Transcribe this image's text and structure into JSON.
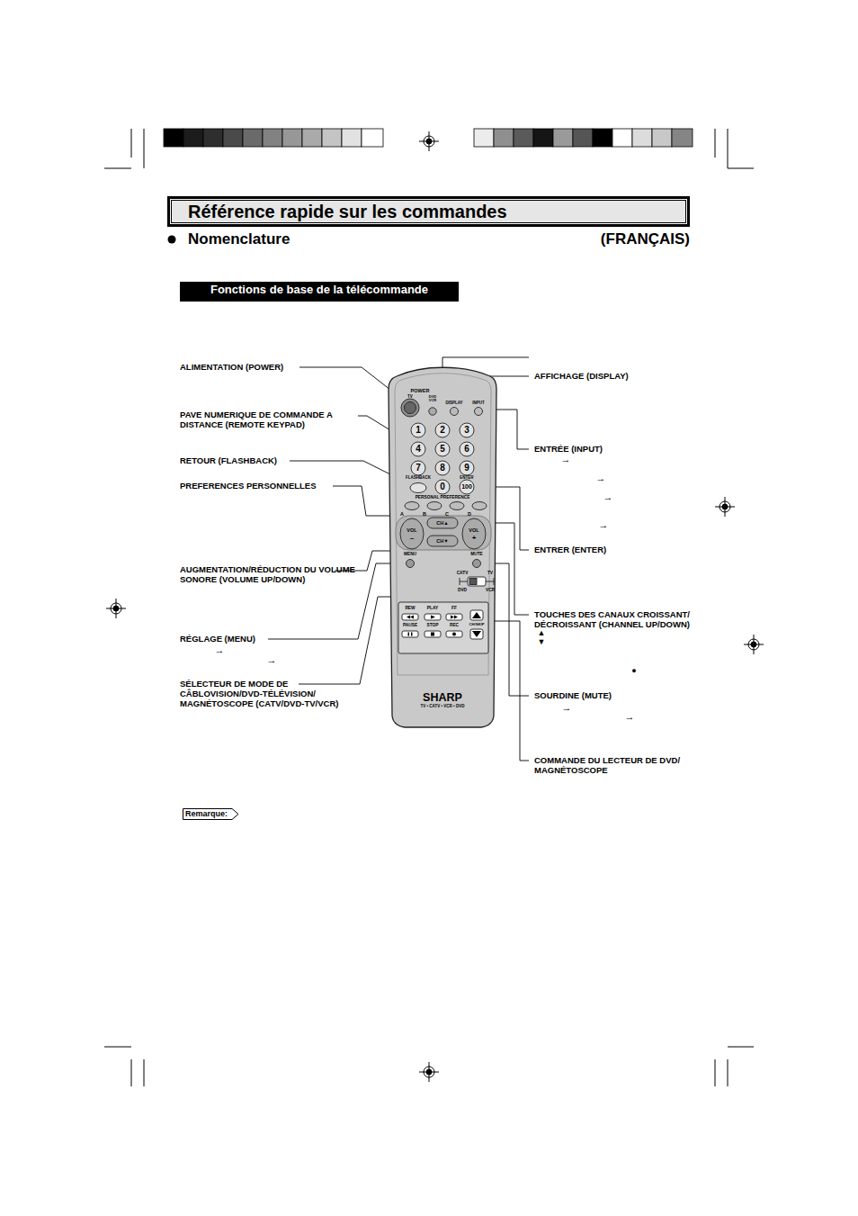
{
  "diagram": {
    "nodes": [
      {
        "text": [
          "Référence rapide sur les commandes"
        ]
      },
      {
        "text": [
          "Fonctions de base de la télécommande"
        ]
      },
      {
        "text": [
          "SHARP",
          "TV • CATV • VCR • DVD"
        ]
      },
      {
        "text": [
          "Remarque:"
        ]
      }
    ],
    "labels": [
      "Nomenclature",
      "(FRANÇAIS)",
      "ALIMENTATION (POWER)",
      "PAVE NUMERIQUE DE COMMANDE A DISTANCE (REMOTE KEYPAD)",
      "RETOUR (FLASHBACK)",
      "PREFERENCES PERSONNELLES",
      "AUGMENTATION/RÉDUCTION DU VOLUME SONORE (VOLUME UP/DOWN)",
      "RÉGLAGE (MENU)",
      "→",
      "→",
      "SÉLECTEUR DE MODE DE CÂBLOVISION/DVD-TÉLÉVISION/ MAGNÉTOSCOPE (CATV/DVD-TV/VCR)",
      "AFFICHAGE (DISPLAY)",
      "ENTRÉE (INPUT)",
      "→",
      "→",
      "→",
      "→",
      "ENTRER (ENTER)",
      "TOUCHES DES CANAUX CROISSANT/ DÉCROISSANT (CHANNEL UP/DOWN)",
      "▲",
      "▼",
      "●",
      "SOURDINE (MUTE)",
      "→",
      "→",
      "COMMANDE DU LECTEUR DE DVD/ MAGNÉTOSCOPE",
      "POWER",
      "TV",
      "DVD VCR",
      "DISPLAY",
      "INPUT",
      "1",
      "2",
      "3",
      "4",
      "5",
      "6",
      "7",
      "8",
      "9",
      "FLASHBACK",
      "0",
      "ENTER",
      "100",
      "PERSONAL PREFERENCE",
      "A",
      "B",
      "C",
      "D",
      "CH▲",
      "CH▼",
      "VOL",
      "–",
      "VOL",
      "+",
      "MENU",
      "MUTE",
      "CATV",
      "TV",
      "DVD",
      "VCR",
      "REW",
      "PLAY",
      "FF",
      "PAUSE",
      "STOP",
      "REC",
      "CH/SKIP"
    ]
  }
}
